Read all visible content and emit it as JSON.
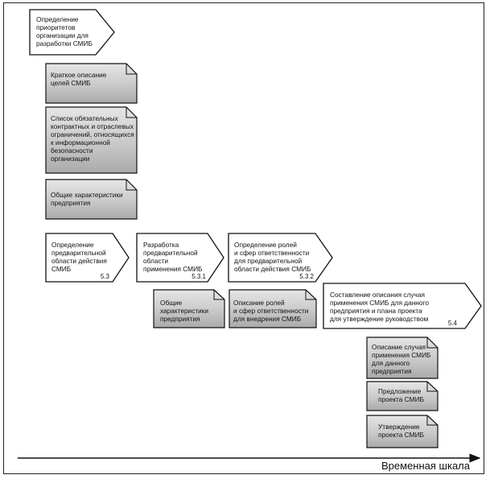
{
  "processes": {
    "top": "Определение\nприоритетов\nорганизации для\nразработки СМИБ",
    "p53": "Определение\nпредварительной\nобласти действия\nСМИБ",
    "p531": "Разработка\nпредварительной\nобласти\nприменения СМИБ",
    "p532": "Определение ролей\nи сфер ответственности\nдля предварительной\nобласти действия СМИБ",
    "p54": "Составление описания случая\nприменения СМИБ для данного\nпредприятия и плана проекта\nдля утверждение руководством"
  },
  "numbers": {
    "p53": "5.3",
    "p531": "5.3.1",
    "p532": "5.3.2",
    "p54": "5.4"
  },
  "documents": {
    "d1": "Краткое описание\nцелей СМИБ",
    "d2": "Список обязательных\nконтрактных и отраслевых\nограничений, относящихся\nк информационной\nбезопасности\nорганизации",
    "d3": "Общие характеристики\nпредприятия",
    "d4": "Общие\nхарактеристики\nпредприятия",
    "d5": "Описание ролей\nи сфер ответственности\nдля внедрения СМИБ",
    "d6": "Описание случая\nприменения СМИБ\nдля данного\nпредприятия",
    "d7": "Предложение\nпроекта СМИБ",
    "d8": "Утверждение\nпроекта СМИБ"
  },
  "timeline": {
    "label": "Временная шкала"
  }
}
